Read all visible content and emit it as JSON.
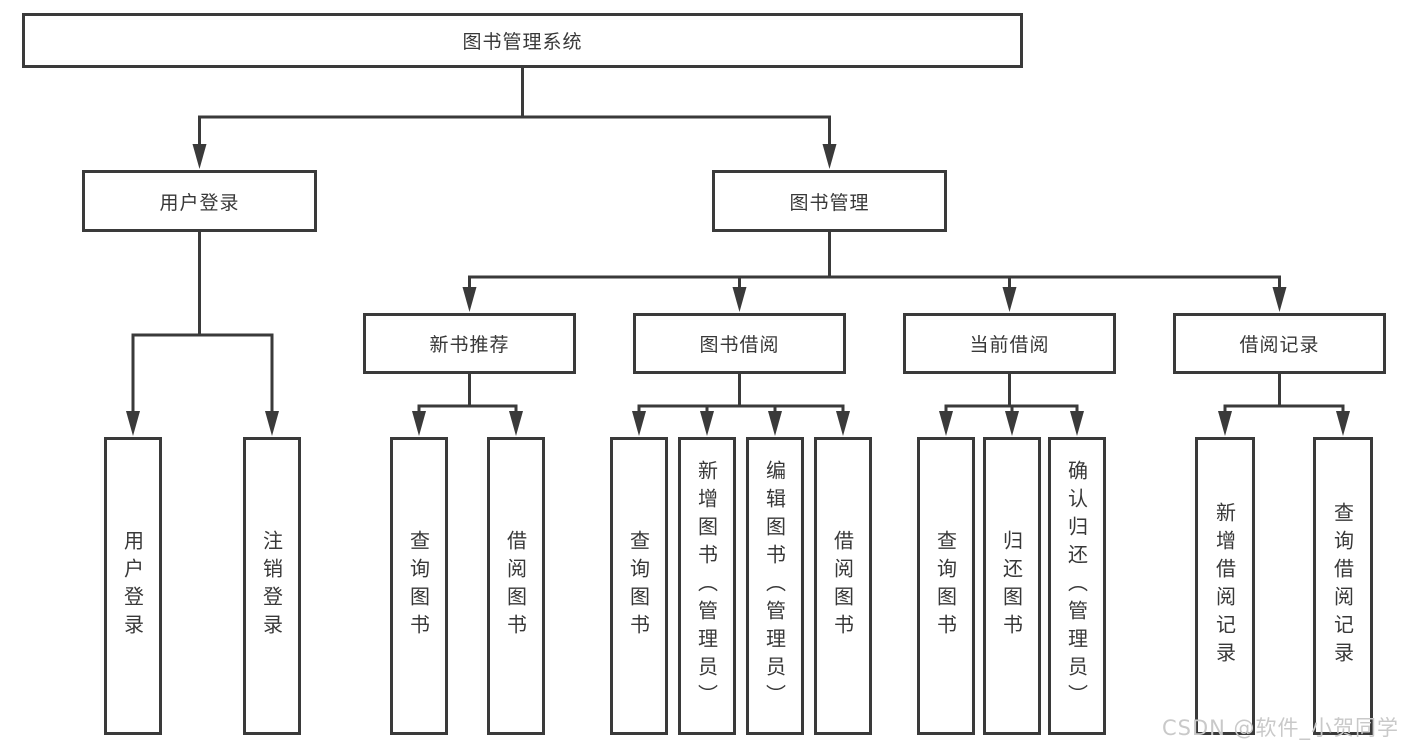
{
  "diagram": {
    "root": {
      "label": "图书管理系统"
    },
    "level1": [
      {
        "label": "用户登录"
      },
      {
        "label": "图书管理"
      }
    ],
    "level2": [
      {
        "label": "新书推荐"
      },
      {
        "label": "图书借阅"
      },
      {
        "label": "当前借阅"
      },
      {
        "label": "借阅记录"
      }
    ],
    "leaves": {
      "user_login_children": [
        {
          "label": "用户登录"
        },
        {
          "label": "注销登录"
        }
      ],
      "new_book_children": [
        {
          "label": "查询图书"
        },
        {
          "label": "借阅图书"
        }
      ],
      "book_borrow_children": [
        {
          "label": "查询图书"
        },
        {
          "label": "新增图书（管理员）"
        },
        {
          "label": "编辑图书（管理员）"
        },
        {
          "label": "借阅图书"
        }
      ],
      "current_borrow_children": [
        {
          "label": "查询图书"
        },
        {
          "label": "归还图书"
        },
        {
          "label": "确认归还（管理员）"
        }
      ],
      "borrow_record_children": [
        {
          "label": "新增借阅记录"
        },
        {
          "label": "查询借阅记录"
        }
      ]
    }
  },
  "watermark": {
    "text": "CSDN @软件_小贺同学"
  },
  "colors": {
    "line": "#3a3a3a",
    "box_border": "#3a3a3a",
    "text": "#383838",
    "watermark": "#c9c9c9",
    "background": "#ffffff"
  }
}
